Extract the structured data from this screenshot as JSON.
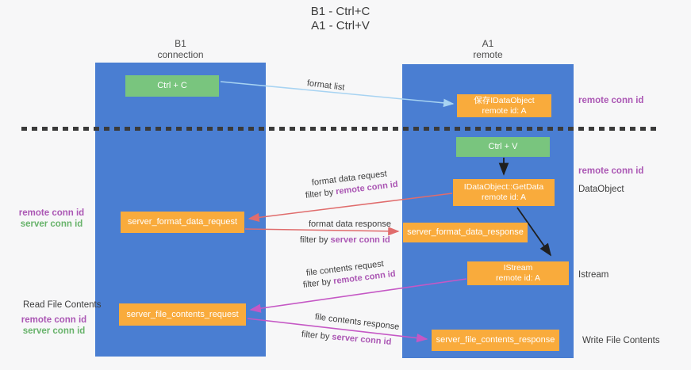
{
  "title": {
    "line1": "B1 - Ctrl+C",
    "line2": "A1 - Ctrl+V"
  },
  "lanes": {
    "left": {
      "name": "B1",
      "role": "connection"
    },
    "right": {
      "name": "A1",
      "role": "remote"
    }
  },
  "boxes": {
    "ctrl_c": {
      "label": "Ctrl + C"
    },
    "save_idataobject": {
      "line1": "保存IDataObject",
      "line2": "remote id: A"
    },
    "ctrl_v": {
      "label": "Ctrl + V"
    },
    "getdata": {
      "line1": "IDataObject::GetData",
      "line2": "remote id: A"
    },
    "server_format_data_request": {
      "label": "server_format_data_request"
    },
    "server_format_data_response": {
      "label": "server_format_data_response"
    },
    "istream": {
      "line1": "IStream",
      "line2": "remote id: A"
    },
    "server_file_contents_request": {
      "label": "server_file_contents_request"
    },
    "server_file_contents_response": {
      "label": "server_file_contents_response"
    }
  },
  "side_labels": {
    "remote_conn_id": "remote conn id",
    "server_conn_id": "server conn id",
    "data_object": "DataObject",
    "istream": "Istream",
    "read_file_contents": "Read File Contents",
    "write_file_contents": "Write File Contents"
  },
  "arrow_labels": {
    "format_list": "format list",
    "format_data_request": "format data request",
    "format_data_response": "format data response",
    "file_contents_request": "file contents request",
    "file_contents_response": "file contents response",
    "filter_by": "filter by",
    "remote_conn_id": "remote conn id",
    "server_conn_id": "server conn id"
  },
  "colors": {
    "lane_blue": "#4a7ed2",
    "box_orange": "#f9ab3c",
    "box_green": "#79c57e",
    "purple_text": "#ab57b4",
    "green_text": "#68b36b",
    "arrow_salmon": "#e06c6c",
    "arrow_magenta": "#c558c5",
    "arrow_lightblue": "#a7d3f2",
    "arrow_black": "#1f1f1f"
  }
}
